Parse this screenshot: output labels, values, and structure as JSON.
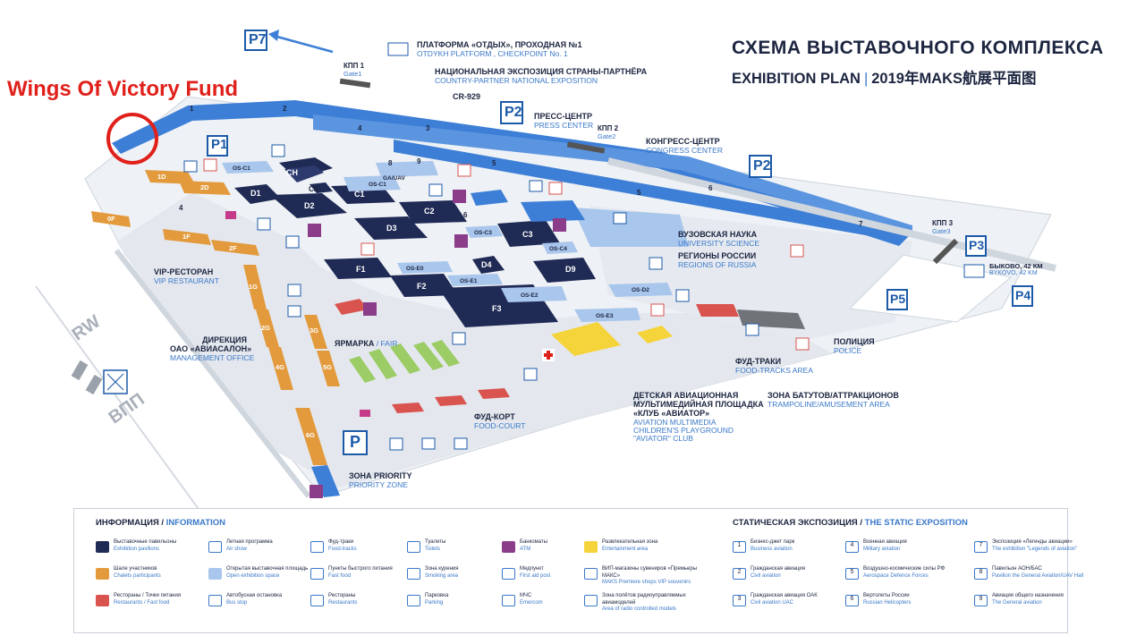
{
  "title": {
    "ru": "СХЕМА ВЫСТАВОЧНОГО КОМПЛЕКСА",
    "en": "EXHIBITION PLAN",
    "cn": "2019年MAKS航展平面图"
  },
  "annotation": "Wings Of Victory Fund",
  "colors": {
    "pavilion": "#1f2a55",
    "chalet": "#e39a3c",
    "restaurant": "#d9534f",
    "fair": "#9ccc65",
    "entertainment": "#f5d33a",
    "road": "#3d7fd6",
    "open_space": "#a9c6ec",
    "parking": "#1c5aa8",
    "atm": "#8b3d8a",
    "annotation": "#e0201b"
  },
  "labels": {
    "platform": {
      "ru": "ПЛАТФОРМА «ОТДЫХ», ПРОХОДНАЯ №1",
      "en": "OTDYKH PLATFORM , CHECKPOINT No. 1"
    },
    "gate1": {
      "ru": "КПП 1",
      "en": "Gate1"
    },
    "gate2": {
      "ru": "КПП 2",
      "en": "Gate2"
    },
    "gate3": {
      "ru": "КПП 3",
      "en": "Gate3"
    },
    "national": {
      "ru": "НАЦИОНАЛЬНАЯ ЭКСПОЗИЦИЯ СТРАНЫ-ПАРТНЁРА",
      "en": "COUNTRY-PARTNER NATIONAL EXPOSITION"
    },
    "cr929": "CR-929",
    "press": {
      "ru": "ПРЕСС-ЦЕНТР",
      "en": "PRESS CENTER"
    },
    "congress": {
      "ru": "КОНГРЕСС-ЦЕНТР",
      "en": "CONGRESS CENTER"
    },
    "university": {
      "ru": "ВУЗОВСКАЯ НАУКА",
      "en": "UNIVERSITY SCIENCE"
    },
    "regions": {
      "ru": "РЕГИОНЫ РОССИИ",
      "en": "REGIONS OF RUSSIA"
    },
    "bykovo": {
      "ru": "БЫКОВО, 42 КМ",
      "en": "BYKOVO, 42 KM"
    },
    "vip": {
      "ru": "VIP-РЕСТОРАН",
      "en": "VIP RESTAURANT"
    },
    "fair": {
      "ru": "ЯРМАРКА",
      "en": "FAIR"
    },
    "management": {
      "ru1": "ДИРЕКЦИЯ",
      "ru2": "ОАО «АВИАСАЛОН»",
      "en": "MANAGEMENT OFFICE"
    },
    "foodcourt": {
      "ru": "ФУД-КОРТ",
      "en": "FOOD-COURT"
    },
    "foodtracks": {
      "ru": "ФУД-ТРАКИ",
      "en": "FOOD-TRACKS AREA"
    },
    "police": {
      "ru": "ПОЛИЦИЯ",
      "en": "POLICE"
    },
    "trampoline": {
      "ru": "ЗОНА БАТУТОВ/АТТРАКЦИОНОВ",
      "en": "TRAMPOLINE/AMUSEMENT AREA"
    },
    "kids": {
      "ru1": "ДЕТСКАЯ АВИАЦИОННАЯ",
      "ru2": "МУЛЬТИМЕДИЙНАЯ ПЛОЩАДКА",
      "ru3": "«КЛУБ «АВИАТОР»",
      "en1": "AVIATION MULTIMEDIA",
      "en2": "CHILDREN'S PLAYGROUND",
      "en3": "\"AVIATOR\" CLUB"
    },
    "priority": {
      "ru": "ЗОНА PRIORITY",
      "en": "PRIORITY ZONE"
    },
    "rw": "RW",
    "vpp": "ВПП"
  },
  "parking": [
    "P7",
    "P1",
    "P2",
    "P2",
    "P3",
    "P4",
    "P5",
    "P"
  ],
  "pavilions": [
    "CH",
    "CR",
    "C1",
    "C2",
    "C3",
    "D1",
    "D2",
    "D3",
    "D4",
    "D9",
    "F1",
    "F2",
    "F3"
  ],
  "chalets": [
    "1D",
    "2D",
    "0F",
    "1F",
    "2F",
    "1G",
    "2G",
    "3G",
    "4G",
    "5G",
    "6G"
  ],
  "open_spaces": [
    "OS-C1",
    "OS-C1",
    "GA/UAV",
    "OS-C3",
    "OS-C4",
    "OS-E0",
    "OS-E1",
    "OS-E2",
    "OS-E3",
    "OS-D2"
  ],
  "static_numbers": [
    "1",
    "2",
    "3",
    "4",
    "4",
    "5",
    "5",
    "6",
    "6",
    "7",
    "8",
    "9"
  ],
  "legend": {
    "info_title_ru": "ИНФОРМАЦИЯ",
    "info_title_en": "INFORMATION",
    "static_title_ru": "СТАТИЧЕСКАЯ ЭКСПОЗИЦИЯ",
    "static_title_en": "THE STATIC EXPOSITION",
    "items": [
      {
        "ru": "Выставочные павильоны",
        "en": "Exhibition pavilions",
        "icon": "pavilion-icon"
      },
      {
        "ru": "Шале участников",
        "en": "Chalets participants",
        "icon": "chalet-icon"
      },
      {
        "ru": "Рестораны / Точки питания",
        "en": "Restaurants / Fast food",
        "icon": "restaurant-icon"
      },
      {
        "ru": "Летная программа",
        "en": "Air show",
        "icon": "airshow-icon"
      },
      {
        "ru": "Открытая выставочная площадь",
        "en": "Open exhibition space",
        "icon": "os-icon"
      },
      {
        "ru": "Автобусная остановка",
        "en": "Bus stop",
        "icon": "bus-icon"
      },
      {
        "ru": "Фуд-траки",
        "en": "Food-tracks",
        "icon": "foodtruck-icon"
      },
      {
        "ru": "Пункты быстрого питания",
        "en": "Fast food",
        "icon": "fastfood-icon"
      },
      {
        "ru": "Рестораны",
        "en": "Restaurants",
        "icon": "fork-icon"
      },
      {
        "ru": "Туалеты",
        "en": "Toilets",
        "icon": "toilet-icon"
      },
      {
        "ru": "Зона курения",
        "en": "Smoking area",
        "icon": "smoking-icon"
      },
      {
        "ru": "Парковка",
        "en": "Parking",
        "icon": "parking-icon"
      },
      {
        "ru": "Банкоматы",
        "en": "ATM",
        "icon": "atm-icon"
      },
      {
        "ru": "Медпункт",
        "en": "First aid post",
        "icon": "firstaid-icon"
      },
      {
        "ru": "МЧС",
        "en": "Emercom",
        "icon": "fire-icon"
      },
      {
        "ru": "Развлекательная зона",
        "en": "Entertainment area",
        "icon": "entertainment-icon"
      },
      {
        "ru": "ВИП-магазины сувениров «Премьеры МАКС»",
        "en": "MAKS Premiere shops VIP souvenirs",
        "icon": "gift-icon"
      },
      {
        "ru": "Зона полётов радиоуправляемых авиамоделей",
        "en": "Area of radio controlled models",
        "icon": "rc-icon"
      }
    ],
    "static_items": [
      {
        "n": "1",
        "ru": "Бизнес-джет парк",
        "en": "Business aviation"
      },
      {
        "n": "2",
        "ru": "Гражданская авиация",
        "en": "Civil aviation"
      },
      {
        "n": "3",
        "ru": "Гражданская авиация ОАК",
        "en": "Civil aviation UAC"
      },
      {
        "n": "4",
        "ru": "Военная авиация",
        "en": "Military aviation"
      },
      {
        "n": "5",
        "ru": "Воздушно-космические силы РФ",
        "en": "Aerospace Defence Forces"
      },
      {
        "n": "6",
        "ru": "Вертолеты России",
        "en": "Russian Helicopters"
      },
      {
        "n": "7",
        "ru": "Экспозиция «Легенды авиации»",
        "en": "The exhibition \"Legends of aviation\""
      },
      {
        "n": "8",
        "ru": "Павильон АОН/БАС",
        "en": "Pavilion the General Aviation/UAV Hall"
      },
      {
        "n": "9",
        "ru": "Авиация общего назначения",
        "en": "The General aviation"
      }
    ]
  }
}
